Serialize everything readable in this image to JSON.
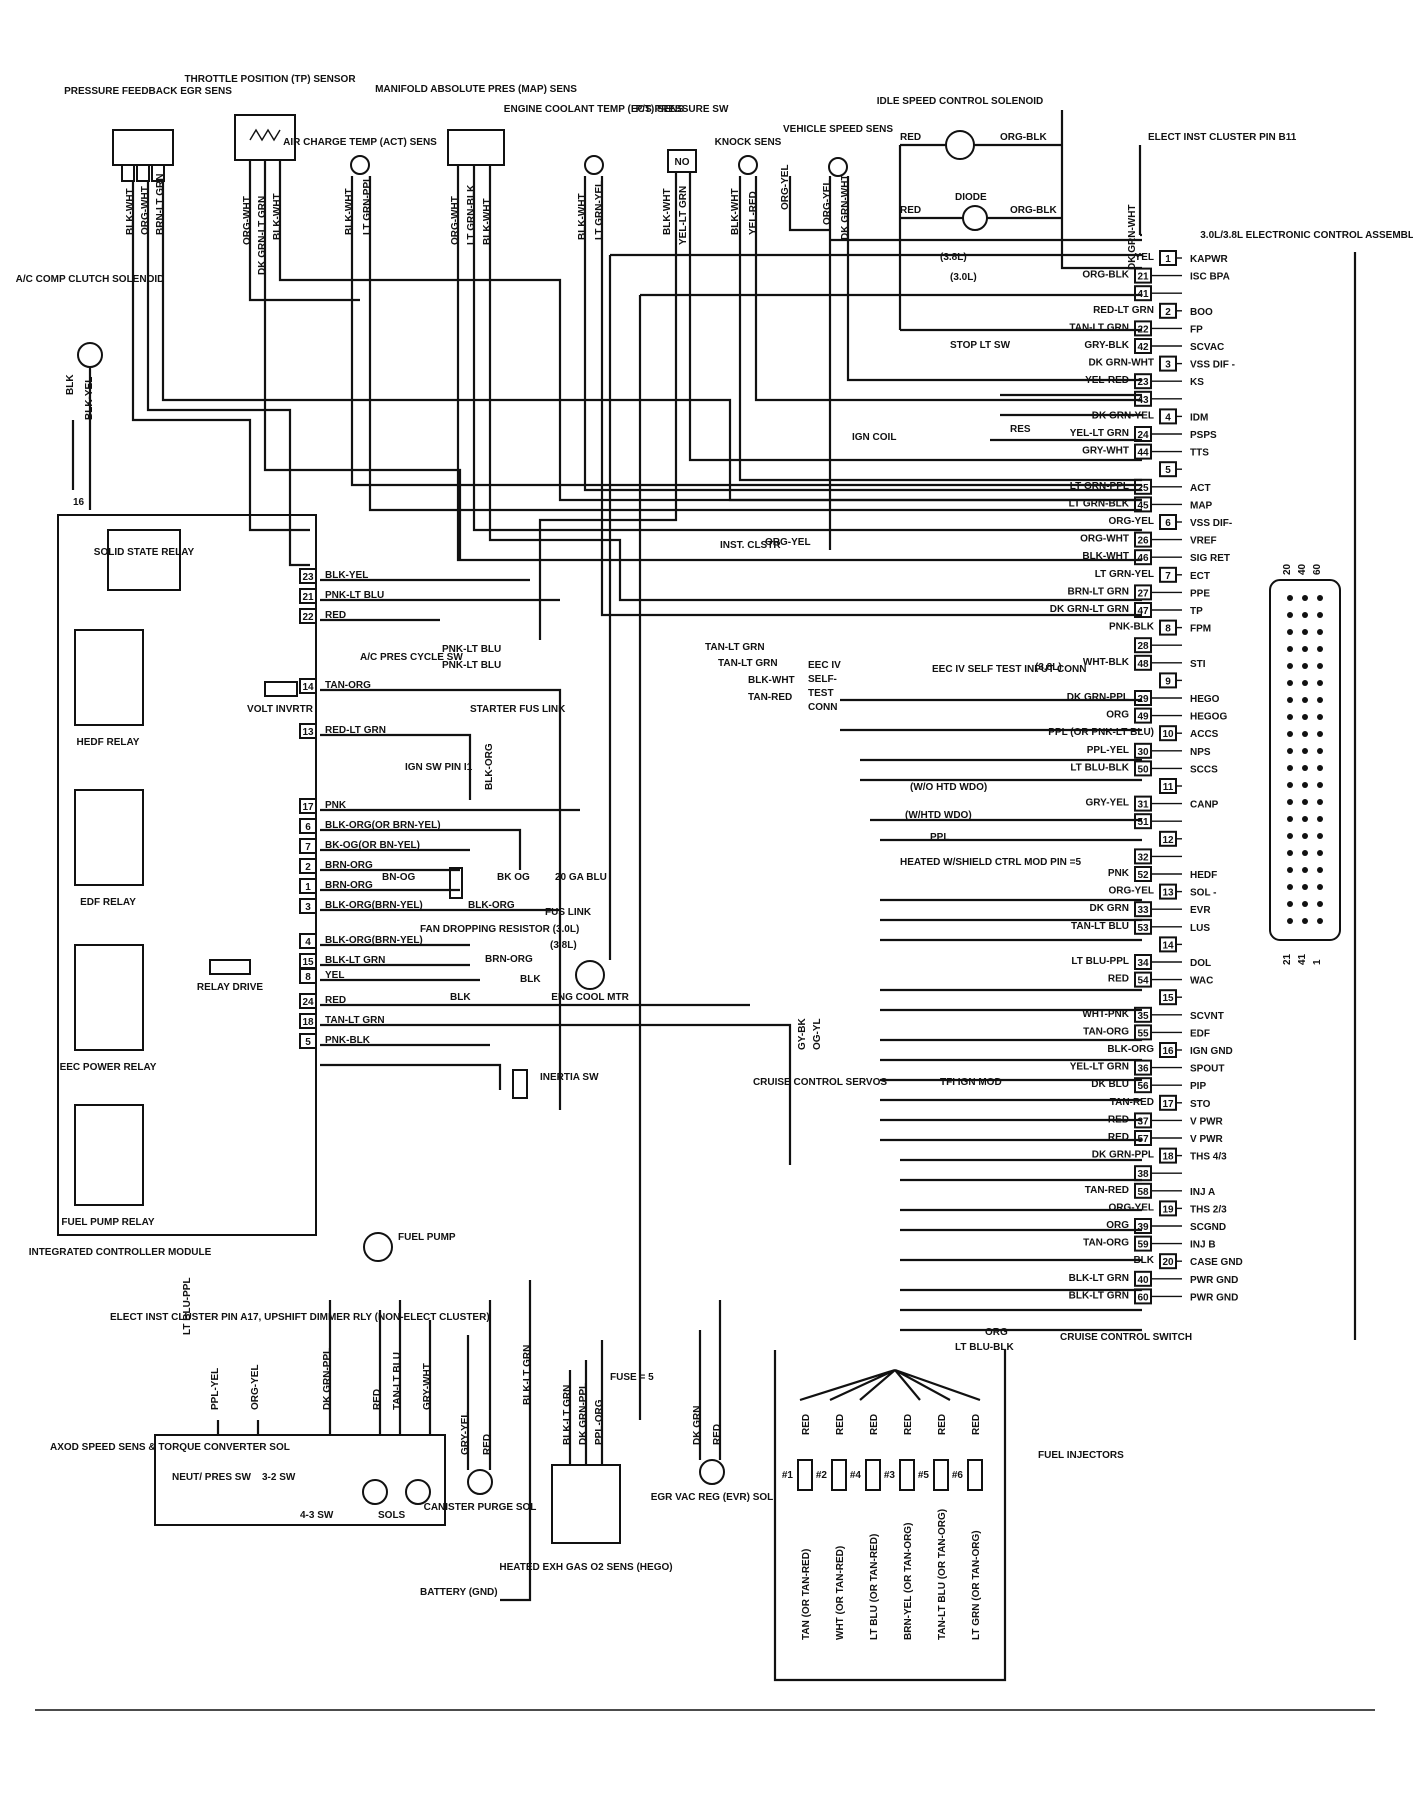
{
  "diagram": {
    "ecu": {
      "title": "3.0L/3.8L ELECTRONIC CONTROL ASSEMBLY",
      "pins": [
        {
          "n": "1",
          "wire": "YEL",
          "sig": "KAPWR"
        },
        {
          "n": "21",
          "wire": "ORG-BLK",
          "sig": "ISC BPA"
        },
        {
          "n": "41",
          "wire": "",
          "sig": ""
        },
        {
          "n": "2",
          "wire": "RED-LT GRN",
          "sig": "BOO"
        },
        {
          "n": "22",
          "wire": "TAN-LT GRN",
          "sig": "FP"
        },
        {
          "n": "42",
          "wire": "GRY-BLK",
          "sig": "SCVAC"
        },
        {
          "n": "3",
          "wire": "DK GRN-WHT",
          "sig": "VSS DIF -"
        },
        {
          "n": "23",
          "wire": "YEL-RED",
          "sig": "KS"
        },
        {
          "n": "43",
          "wire": "",
          "sig": ""
        },
        {
          "n": "4",
          "wire": "DK GRN-YEL",
          "sig": "IDM"
        },
        {
          "n": "24",
          "wire": "YEL-LT GRN",
          "sig": "PSPS"
        },
        {
          "n": "44",
          "wire": "GRY-WHT",
          "sig": "TTS"
        },
        {
          "n": "5",
          "wire": "",
          "sig": ""
        },
        {
          "n": "25",
          "wire": "LT GRN-PPL",
          "sig": "ACT"
        },
        {
          "n": "45",
          "wire": "LT GRN-BLK",
          "sig": "MAP"
        },
        {
          "n": "6",
          "wire": "ORG-YEL",
          "sig": "VSS DIF-"
        },
        {
          "n": "26",
          "wire": "ORG-WHT",
          "sig": "VREF"
        },
        {
          "n": "46",
          "wire": "BLK-WHT",
          "sig": "SIG RET"
        },
        {
          "n": "7",
          "wire": "LT GRN-YEL",
          "sig": "ECT"
        },
        {
          "n": "27",
          "wire": "BRN-LT GRN",
          "sig": "PPE"
        },
        {
          "n": "47",
          "wire": "DK GRN-LT GRN",
          "sig": "TP"
        },
        {
          "n": "8",
          "wire": "PNK-BLK",
          "sig": "FPM"
        },
        {
          "n": "28",
          "wire": "",
          "sig": ""
        },
        {
          "n": "48",
          "wire": "WHT-BLK",
          "sig": "STI"
        },
        {
          "n": "9",
          "wire": "",
          "sig": ""
        },
        {
          "n": "29",
          "wire": "DK GRN-PPL",
          "sig": "HEGO"
        },
        {
          "n": "49",
          "wire": "ORG",
          "sig": "HEGOG"
        },
        {
          "n": "10",
          "wire": "PPL (OR PNK-LT BLU)",
          "sig": "ACCS"
        },
        {
          "n": "30",
          "wire": "PPL-YEL",
          "sig": "NPS"
        },
        {
          "n": "50",
          "wire": "LT BLU-BLK",
          "sig": "SCCS"
        },
        {
          "n": "11",
          "wire": "",
          "sig": ""
        },
        {
          "n": "31",
          "wire": "GRY-YEL",
          "sig": "CANP"
        },
        {
          "n": "51",
          "wire": "",
          "sig": ""
        },
        {
          "n": "12",
          "wire": "",
          "sig": ""
        },
        {
          "n": "32",
          "wire": "",
          "sig": ""
        },
        {
          "n": "52",
          "wire": "PNK",
          "sig": "HEDF"
        },
        {
          "n": "13",
          "wire": "ORG-YEL",
          "sig": "SOL -"
        },
        {
          "n": "33",
          "wire": "DK GRN",
          "sig": "EVR"
        },
        {
          "n": "53",
          "wire": "TAN-LT BLU",
          "sig": "LUS"
        },
        {
          "n": "14",
          "wire": "",
          "sig": ""
        },
        {
          "n": "34",
          "wire": "LT BLU-PPL",
          "sig": "DOL"
        },
        {
          "n": "54",
          "wire": "RED",
          "sig": "WAC"
        },
        {
          "n": "15",
          "wire": "",
          "sig": ""
        },
        {
          "n": "35",
          "wire": "WHT-PNK",
          "sig": "SCVNT"
        },
        {
          "n": "55",
          "wire": "TAN-ORG",
          "sig": "EDF"
        },
        {
          "n": "16",
          "wire": "BLK-ORG",
          "sig": "IGN GND"
        },
        {
          "n": "36",
          "wire": "YEL-LT GRN",
          "sig": "SPOUT"
        },
        {
          "n": "56",
          "wire": "DK BLU",
          "sig": "PIP"
        },
        {
          "n": "17",
          "wire": "TAN-RED",
          "sig": "STO"
        },
        {
          "n": "37",
          "wire": "RED",
          "sig": "V PWR"
        },
        {
          "n": "57",
          "wire": "RED",
          "sig": "V PWR"
        },
        {
          "n": "18",
          "wire": "DK GRN-PPL",
          "sig": "THS 4/3"
        },
        {
          "n": "38",
          "wire": "",
          "sig": ""
        },
        {
          "n": "58",
          "wire": "TAN-RED",
          "sig": "INJ A"
        },
        {
          "n": "19",
          "wire": "ORG-YEL",
          "sig": "THS 2/3"
        },
        {
          "n": "39",
          "wire": "ORG",
          "sig": "SCGND"
        },
        {
          "n": "59",
          "wire": "TAN-ORG",
          "sig": "INJ B"
        },
        {
          "n": "20",
          "wire": "BLK",
          "sig": "CASE GND"
        },
        {
          "n": "40",
          "wire": "BLK-LT GRN",
          "sig": "PWR GND"
        },
        {
          "n": "60",
          "wire": "BLK-LT GRN",
          "sig": "PWR GND"
        }
      ],
      "connector_top": [
        "20",
        "40",
        "60"
      ],
      "connector_bottom": [
        "21",
        "41",
        "1"
      ]
    },
    "top_sensors": [
      {
        "id": "pfe",
        "label": "PRESSURE FEEDBACK EGR SENS",
        "wires": [
          "BLK-WHT",
          "ORG-WHT",
          "BRN-LT GRN"
        ]
      },
      {
        "id": "tps",
        "label": "THROTTLE POSITION (TP) SENSOR",
        "wires": [
          "ORG-WHT",
          "DK GRN-LT GRN",
          "BLK-WHT"
        ]
      },
      {
        "id": "act",
        "label": "AIR CHARGE TEMP (ACT) SENS",
        "wires": [
          "BLK-WHT",
          "LT GRN-PPL"
        ]
      },
      {
        "id": "map",
        "label": "MANIFOLD ABSOLUTE PRES (MAP) SENS",
        "wires": [
          "ORG-WHT",
          "LT GRN-BLK",
          "BLK-WHT"
        ]
      },
      {
        "id": "ect",
        "label": "ENGINE COOLANT TEMP (ECT) SENS",
        "wires": [
          "BLK-WHT",
          "LT GRN-YEL"
        ]
      },
      {
        "id": "ps",
        "label": "P/S PRESSURE SW",
        "wires": [
          "BLK-WHT",
          "YEL-LT GRN"
        ],
        "contact": "NO"
      },
      {
        "id": "knock",
        "label": "KNOCK SENS",
        "wires": [
          "BLK-WHT",
          "YEL-RED"
        ]
      },
      {
        "id": "vss",
        "label": "VEHICLE SPEED SENS",
        "wires": [
          "ORG-YEL",
          "ORG-YEL",
          "DK GRN-WHT"
        ]
      }
    ],
    "isc": {
      "label": "IDLE SPEED CONTROL SOLENOID",
      "wire_a": "RED",
      "wire_b": "ORG-BLK",
      "diode": "DIODE",
      "diode_a": "RED",
      "diode_b": "ORG-BLK",
      "engine": "(3.8L)",
      "engine2": "(3.0L)"
    },
    "cluster_top": {
      "label": "ELECT INST CLUSTER PIN B11",
      "wire": "DK GRN-WHT"
    },
    "ac_clutch": {
      "label": "A/C COMP CLUTCH SOLENOID",
      "wires": [
        "BLK",
        "BLK-YEL"
      ]
    },
    "icm": {
      "label": "INTEGRATED CONTROLLER MODULE",
      "relays": [
        "SOLID STATE RELAY",
        "HEDF RELAY",
        "EDF RELAY",
        "EEC POWER RELAY",
        "FUEL PUMP RELAY"
      ],
      "volt": "VOLT INVRTR",
      "relay_drive": "RELAY DRIVE",
      "pins": [
        {
          "n": "23",
          "wire": "BLK-YEL"
        },
        {
          "n": "21",
          "wire": "PNK-LT BLU"
        },
        {
          "n": "22",
          "wire": "RED"
        },
        {
          "n": "14",
          "wire": "TAN-ORG"
        },
        {
          "n": "13",
          "wire": "RED-LT GRN"
        },
        {
          "n": "17",
          "wire": "PNK"
        },
        {
          "n": "6",
          "wire": "BLK-ORG(OR BRN-YEL)"
        },
        {
          "n": "7",
          "wire": "BK-OG(OR BN-YEL)"
        },
        {
          "n": "2",
          "wire": "BRN-ORG"
        },
        {
          "n": "1",
          "wire": "BRN-ORG"
        },
        {
          "n": "3",
          "wire": "BLK-ORG(BRN-YEL)"
        },
        {
          "n": "4",
          "wire": "BLK-ORG(BRN-YEL)"
        },
        {
          "n": "15",
          "wire": "BLK-LT GRN"
        },
        {
          "n": "8",
          "wire": "YEL"
        },
        {
          "n": "24",
          "wire": "RED"
        },
        {
          "n": "18",
          "wire": "TAN-LT GRN"
        },
        {
          "n": "5",
          "wire": "PNK-BLK"
        }
      ],
      "ground_pin": "16"
    },
    "misc_labels": {
      "stop_lt_sw": "STOP LT SW",
      "ign_coil": "IGN COIL",
      "res": "RES",
      "inst_clstr": "INST. CLSTR",
      "inst_wire": "ORG-YEL",
      "eec_self_test": [
        "EEC IV",
        "SELF-",
        "TEST",
        "CONN"
      ],
      "self_test_wires": [
        "TAN-LT GRN",
        "TAN-LT GRN",
        "BLK-WHT",
        "TAN-RED"
      ],
      "sti_input": "EEC IV SELF TEST INPUT CONN",
      "sti_engine": "(3.8L)",
      "ac_pres": "A/C PRES CYCLE SW",
      "ac_pres_wires": [
        "PNK-LT BLU",
        "PNK-LT BLU"
      ],
      "starter_link": "STARTER FUS LINK",
      "ign_sw": "IGN SW PIN I1",
      "blk_org": "BLK-ORG",
      "bk_og": "BK OG",
      "ga_blu": "20 GA BLU",
      "fus_link": "FUS LINK",
      "bn_og": "BN-OG",
      "fan_res": "FAN DROPPING RESISTOR (3.0L)",
      "brn_org": "BRN-ORG",
      "eng_cool": "ENG COOL MTR",
      "cool_engine": "(3.8L)",
      "blk": "BLK",
      "inertia": "INERTIA SW",
      "fuel_pump": "FUEL PUMP",
      "htd_wdo_a": "(W/O HTD WDO)",
      "htd_wdo_b": "(W/HTD WDO)",
      "heated_ctrl": "HEATED W/SHIELD CTRL MOD PIN =5",
      "ppl": "PPL",
      "cruise_servos": "CRUISE CONTROL SERVOS",
      "servo_wires": [
        "GY-BK",
        "OG-YL"
      ],
      "tfi": "TFI IGN MOD",
      "cruise_switch": "CRUISE CONTROL SWITCH",
      "cruise_wires": [
        "ORG",
        "LT BLU-BLK"
      ],
      "elect_cluster": "ELECT INST CLUSTER PIN A17, UPSHIFT DIMMER RLY (NON-ELECT CLUSTER)",
      "cluster_wire": "LT BLU-PPL",
      "axod": "AXOD SPEED SENS & TORQUE CONVERTER SOL",
      "axod_wires": [
        "PPL-YEL",
        "ORG-YEL",
        "DK GRN-PPL",
        "RED",
        "TAN-LT BLU",
        "GRY-WHT"
      ],
      "axod_sw": [
        "NEUT/ PRES SW",
        "3-2 SW",
        "4-3 SW",
        "SOLS"
      ],
      "canister": "CANISTER PURGE SOL",
      "canister_wires": [
        "GRY-YEL",
        "RED"
      ],
      "blk_lt_grn": "BLK-LT GRN",
      "hego": "HEATED EXH GAS O2 SENS (HEGO)",
      "hego_wires": [
        "BLK-LT GRN",
        "DK GRN-PPL",
        "PPL-ORG"
      ],
      "fuse": "FUSE = 5",
      "battery": "BATTERY (GND)",
      "egr": "EGR VAC REG (EVR) SOL",
      "egr_wires": [
        "DK GRN",
        "RED"
      ],
      "injectors": "FUEL INJECTORS",
      "inj_nums": [
        "#1",
        "#2",
        "#4",
        "#3",
        "#5",
        "#6"
      ],
      "inj_wires": [
        "TAN (OR TAN-RED)",
        "WHT (OR TAN-RED)",
        "LT BLU (OR TAN-RED)",
        "BRN-YEL (OR TAN-ORG)",
        "TAN-LT BLU (OR TAN-ORG)",
        "LT GRN (OR TAN-ORG)"
      ],
      "inj_red": "RED"
    }
  }
}
